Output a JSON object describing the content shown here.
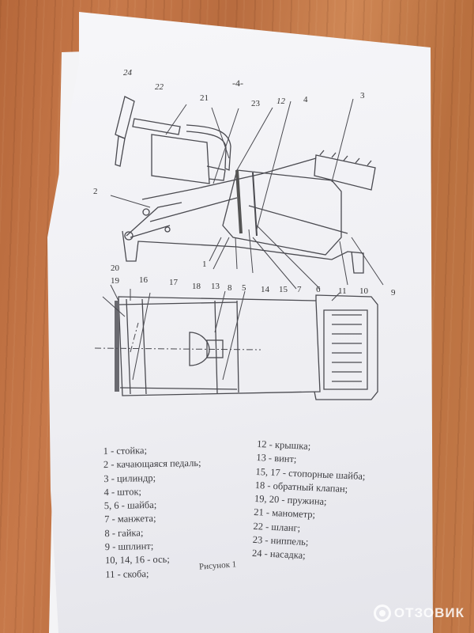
{
  "document": {
    "page_number": "-4-",
    "callouts": [
      "24",
      "22",
      "21",
      "23",
      "12",
      "4",
      "3",
      "2",
      "1",
      "18",
      "13",
      "8",
      "5",
      "7",
      "6",
      "10",
      "9",
      "20",
      "19",
      "16",
      "17",
      "14",
      "15",
      "11"
    ],
    "legend_left": [
      "1 - стойка;",
      "2 - качающаяся педаль;",
      "3 - цилиндр;",
      "4 - шток;",
      "5, 6 - шайба;",
      "7 - манжета;",
      "8 - гайка;",
      "9 - шплинт;",
      "10, 14, 16 - ось;",
      "11 - скоба;"
    ],
    "legend_right": [
      "12 - крышка;",
      "13 - винт;",
      "15, 17 - стопорные шайба;",
      "18 - обратный клапан;",
      "19, 20 - пружина;",
      "21 - манометр;",
      "22 - шланг;",
      "23 - ниппель;",
      "24 - насадка;"
    ],
    "caption": "Рисунок 1"
  },
  "watermark": {
    "label": "ОТЗОВИК",
    "icon": "otzovik-logo-icon"
  }
}
